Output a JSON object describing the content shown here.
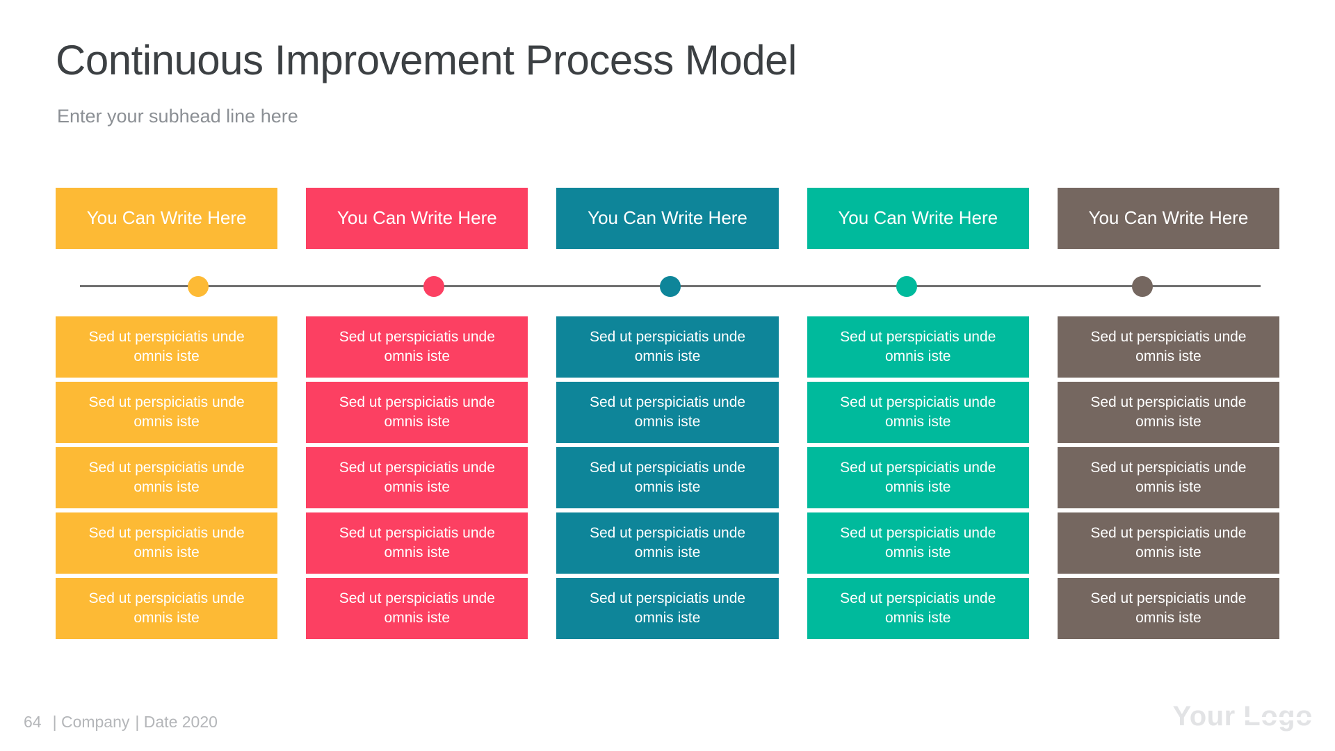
{
  "header": {
    "title": "Continuous Improvement Process Model",
    "subhead": "Enter your subhead line here"
  },
  "theme": {
    "title_color": "#3c4043",
    "subhead_color": "#8b8f94",
    "background": "#ffffff",
    "timeline_color": "#6f6f6f",
    "footer_color": "#b4b6b9",
    "logo_color": "#e2e3e5"
  },
  "columns": [
    {
      "color": "#fdba35",
      "header_label": "You Can Write Here",
      "cells": [
        "Sed ut perspiciatis unde omnis iste",
        "Sed ut perspiciatis unde omnis iste",
        "Sed ut perspiciatis unde omnis iste",
        "Sed ut perspiciatis unde omnis iste",
        "Sed ut perspiciatis unde omnis iste"
      ]
    },
    {
      "color": "#fc4062",
      "header_label": "You Can Write Here",
      "cells": [
        "Sed ut perspiciatis unde omnis iste",
        "Sed ut perspiciatis unde omnis iste",
        "Sed ut perspiciatis unde omnis iste",
        "Sed ut perspiciatis unde omnis iste",
        "Sed ut perspiciatis unde omnis iste"
      ]
    },
    {
      "color": "#0e8599",
      "header_label": "You Can Write Here",
      "cells": [
        "Sed ut perspiciatis unde omnis iste",
        "Sed ut perspiciatis unde omnis iste",
        "Sed ut perspiciatis unde omnis iste",
        "Sed ut perspiciatis unde omnis iste",
        "Sed ut perspiciatis unde omnis iste"
      ]
    },
    {
      "color": "#00ba9c",
      "header_label": "You Can Write Here",
      "cells": [
        "Sed ut perspiciatis unde omnis iste",
        "Sed ut perspiciatis unde omnis iste",
        "Sed ut perspiciatis unde omnis iste",
        "Sed ut perspiciatis unde omnis iste",
        "Sed ut perspiciatis unde omnis iste"
      ]
    },
    {
      "color": "#756760",
      "header_label": "You Can Write Here",
      "cells": [
        "Sed ut perspiciatis unde omnis iste",
        "Sed ut perspiciatis unde omnis iste",
        "Sed ut perspiciatis unde omnis iste",
        "Sed ut perspiciatis unde omnis iste",
        "Sed ut perspiciatis unde omnis iste"
      ]
    }
  ],
  "footer": {
    "page_number": "64",
    "company": "| Company",
    "date": "| Date 2020",
    "logo_part1": "Your ",
    "logo_part2": "Logo"
  }
}
